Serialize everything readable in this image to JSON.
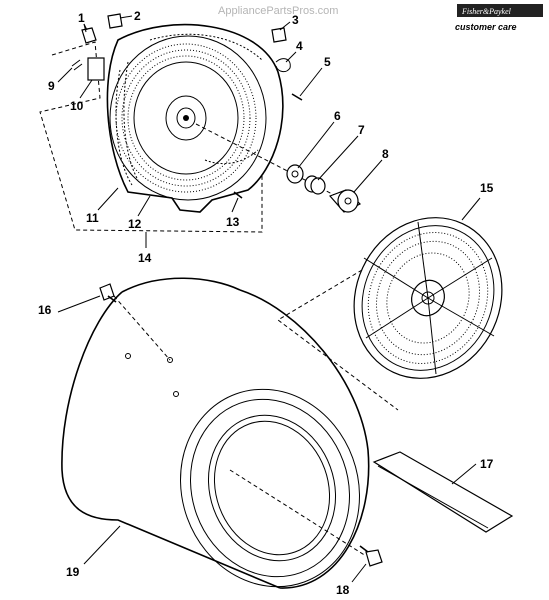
{
  "watermark": "AppliancePartsPros.com",
  "brand": {
    "line1": "Fisher&Paykel",
    "line2": "customer care"
  },
  "callouts": [
    {
      "id": "1",
      "label": "1"
    },
    {
      "id": "2",
      "label": "2"
    },
    {
      "id": "3",
      "label": "3"
    },
    {
      "id": "4",
      "label": "4"
    },
    {
      "id": "5",
      "label": "5"
    },
    {
      "id": "6",
      "label": "6"
    },
    {
      "id": "7",
      "label": "7"
    },
    {
      "id": "8",
      "label": "8"
    },
    {
      "id": "9",
      "label": "9"
    },
    {
      "id": "10",
      "label": "10"
    },
    {
      "id": "11",
      "label": "11"
    },
    {
      "id": "12",
      "label": "12"
    },
    {
      "id": "13",
      "label": "13"
    },
    {
      "id": "14",
      "label": "14"
    },
    {
      "id": "15",
      "label": "15"
    },
    {
      "id": "16",
      "label": "16"
    },
    {
      "id": "17",
      "label": "17"
    },
    {
      "id": "18",
      "label": "18"
    },
    {
      "id": "19",
      "label": "19"
    }
  ]
}
